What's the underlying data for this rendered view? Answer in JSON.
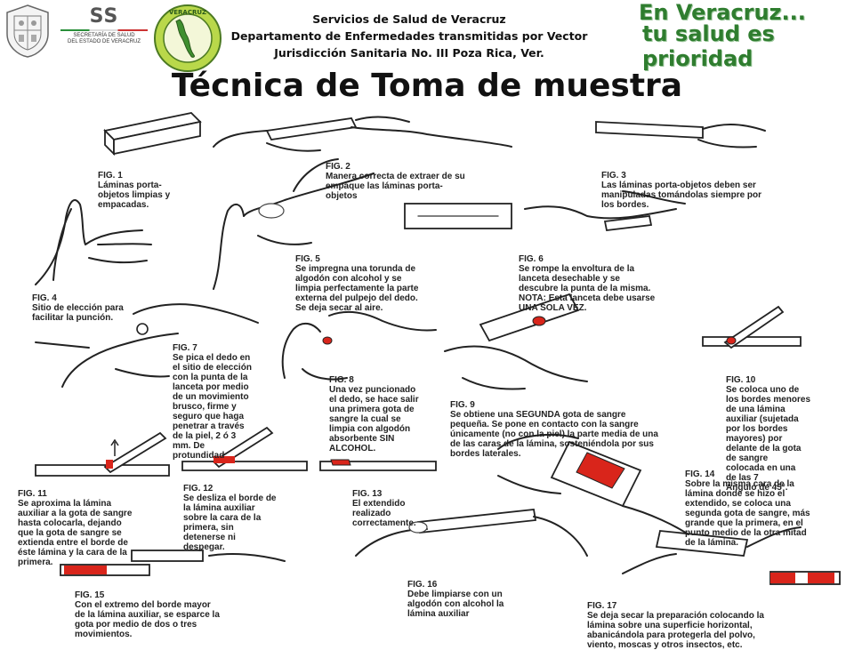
{
  "header": {
    "seal_icon": "state-seal-icon",
    "ss_acronym": "SS",
    "ss_line1": "SECRETARÍA DE SALUD",
    "ss_line2": "DEL ESTADO DE VERACRUZ",
    "veracruz_logo_icon": "veracruz-round-logo-icon",
    "institution": [
      "Servicios de Salud de Veracruz",
      "Departamento de Enfermedades transmitidas por Vector",
      "Jurisdicción Sanitaria No. III Poza Rica, Ver."
    ],
    "slogan_line1": "En Veracruz...",
    "slogan_line2": "tu salud es prioridad",
    "title": "Técnica de Toma de muestra"
  },
  "figures": [
    {
      "id": "fig1",
      "label": "FIG. 1",
      "text": "Láminas porta-\nobjetos limpias y\nempacadas."
    },
    {
      "id": "fig2",
      "label": "FIG. 2",
      "text": "Manera correcta de extraer de su\nempaque las láminas porta-\nobjetos"
    },
    {
      "id": "fig3",
      "label": "FIG. 3",
      "text": "Las láminas porta-objetos deben ser\nmanipuladas tomándolas siempre por\nlos bordes."
    },
    {
      "id": "fig4",
      "label": "FIG. 4",
      "text": "Sitio de elección para\nfacilitar la punción."
    },
    {
      "id": "fig5",
      "label": "FIG. 5",
      "text": "Se impregna una torunda de\nalgodón con alcohol y se\nlimpia perfectamente la parte\nexterna del pulpejo del dedo.\nSe deja secar al aire."
    },
    {
      "id": "fig6",
      "label": "FIG. 6",
      "text": "Se rompe la envoltura de la\nlanceta desechable y se\ndescubre la punta de la misma.\nNOTA: Esta lanceta debe usarse\nUNA SOLA VEZ."
    },
    {
      "id": "fig7",
      "label": "FIG. 7",
      "text": "Se pica el dedo en\nel sitio de elección\ncon la punta de la\nlanceta por medio\nde un movimiento\nbrusco, firme y\nseguro que haga\npenetrar a través\nde la piel, 2 ó 3\nmm. De\nprotundidad"
    },
    {
      "id": "fig8",
      "label": "FIG. 8",
      "text": "Una vez puncionado\nel dedo, se hace salir\nuna primera gota de\nsangre la cual se\nlimpia con algodón\nabsorbente SIN\nALCOHOL."
    },
    {
      "id": "fig9",
      "label": "FIG. 9",
      "text": "Se obtiene una SEGUNDA gota de sangre\npequeña. Se pone en contacto con la sangre\núnicamente (no con la piel) la parte media de una\nde las caras de la lámina, sosteniéndola por sus\nbordes laterales."
    },
    {
      "id": "fig10",
      "label": "FIG. 10",
      "text": "Se coloca uno de\nlos bordes menores\nde una lámina\nauxiliar (sujetada\npor los bordes\nmayores) por\ndelante de la gota\nde sangre\ncolocada en una\nde las 7\nÁngulo de 45°."
    },
    {
      "id": "fig11",
      "label": "FIG. 11",
      "text": "Se aproxima la lámina\nauxiliar a la gota de sangre\nhasta colocarla, dejando\nque la gota de sangre se\nextienda entre el borde de\néste lámina y la cara de la\nprimera."
    },
    {
      "id": "fig12",
      "label": "FIG. 12",
      "text": "Se desliza el borde de\nla lámina auxiliar\nsobre la cara de la\nprimera, sin\ndetenerse ni\ndespegar."
    },
    {
      "id": "fig13",
      "label": "FIG. 13",
      "text": "El extendido\nrealizado\ncorrectamente."
    },
    {
      "id": "fig14",
      "label": "FIG. 14",
      "text": "Sobre la misma cara de la\nlámina donde se hizo el\nextendido, se coloca una\nsegunda gota de sangre, más\ngrande que la primera, en el\npunto medio de la otra mitad\nde la lámina."
    },
    {
      "id": "fig15",
      "label": "FIG. 15",
      "text": "Con el extremo del borde mayor\nde la lámina auxiliar, se esparce la\ngota por medio de dos o tres\nmovimientos."
    },
    {
      "id": "fig16",
      "label": "FIG. 16",
      "text": "Debe limpiarse con un\nalgodón con alcohol la\nlámina auxiliar"
    },
    {
      "id": "fig17",
      "label": "FIG. 17",
      "text": "Se deja secar la preparación colocando la\nlámina sobre una superficie horizontal,\nabanicándola para protegerla del polvo,\nviento, moscas y otros insectos, etc."
    }
  ]
}
